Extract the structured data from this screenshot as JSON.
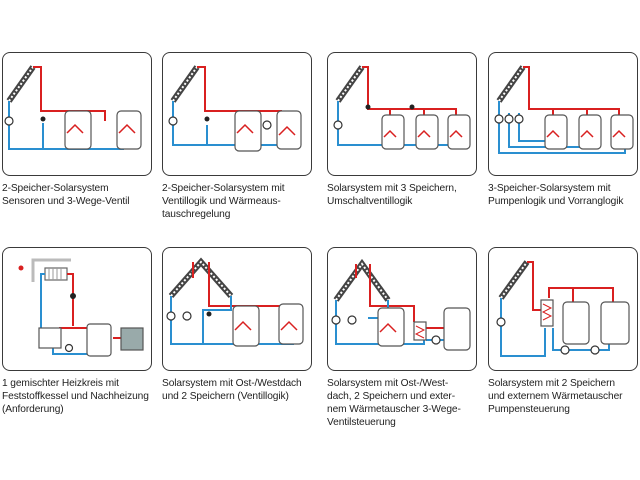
{
  "colors": {
    "hot": "#d92020",
    "cold": "#2a8fd0",
    "outline": "#555555",
    "collector": "#444444",
    "pump_fill": "#ffffff"
  },
  "diagrams": [
    {
      "caption": [
        "2-Speicher-Solarsystem",
        "Sensoren und 3-Wege-Ventil"
      ]
    },
    {
      "caption": [
        "2-Speicher-Solarsystem mit",
        "Ventillogik und Wärmeaus-",
        "tauschregelung"
      ]
    },
    {
      "caption": [
        "Solarsystem mit 3 Speichern,",
        "Umschaltventillogik"
      ]
    },
    {
      "caption": [
        "3-Speicher-Solarsystem mit",
        "Pumpenlogik und Vorranglogik"
      ]
    },
    {
      "caption": [
        "1 gemischter Heizkreis mit",
        "Feststoffkessel und Nachheizung",
        "(Anforderung)"
      ]
    },
    {
      "caption": [
        "Solarsystem mit Ost-/Westdach",
        "und 2 Speichern (Ventillogik)"
      ]
    },
    {
      "caption": [
        "Solarsystem mit Ost-/West-",
        "dach, 2 Speichern und exter-",
        "nem Wärmetauscher 3-Wege-",
        "Ventilsteuerung"
      ]
    },
    {
      "caption": [
        "Solarsystem mit 2 Speichern",
        "und externem Wärmetauscher",
        "Pumpensteuerung"
      ]
    }
  ]
}
